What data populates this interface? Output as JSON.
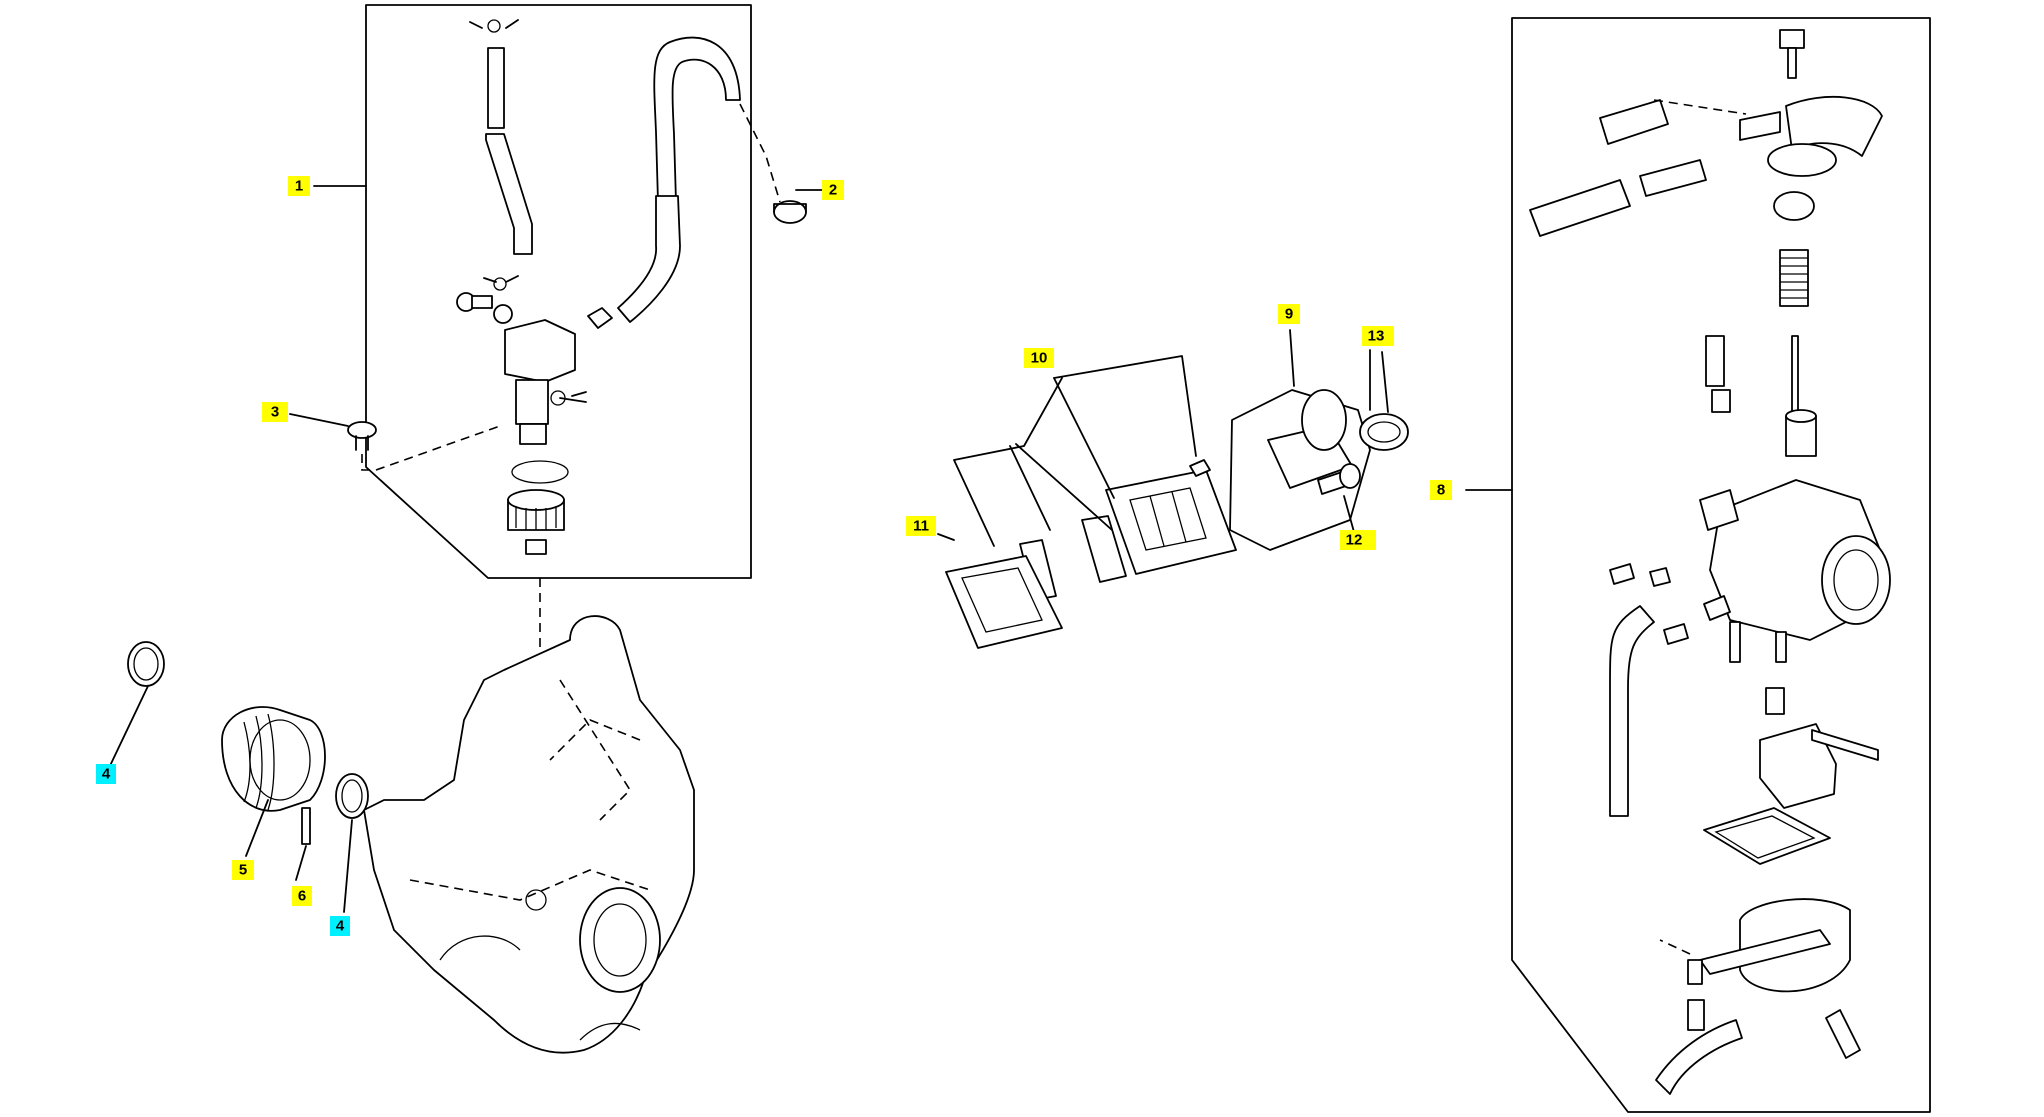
{
  "callouts": [
    {
      "id": "1",
      "label": "1",
      "color": "#ffff00"
    },
    {
      "id": "2",
      "label": "2",
      "color": "#ffff00"
    },
    {
      "id": "3",
      "label": "3",
      "color": "#ffff00"
    },
    {
      "id": "4a",
      "label": "4",
      "color": "#00f0ff"
    },
    {
      "id": "4b",
      "label": "4",
      "color": "#00f0ff"
    },
    {
      "id": "5",
      "label": "5",
      "color": "#ffff00"
    },
    {
      "id": "6",
      "label": "6",
      "color": "#ffff00"
    },
    {
      "id": "8",
      "label": "8",
      "color": "#ffff00"
    },
    {
      "id": "9",
      "label": "9",
      "color": "#ffff00"
    },
    {
      "id": "10",
      "label": "10",
      "color": "#ffff00"
    },
    {
      "id": "11",
      "label": "11",
      "color": "#ffff00"
    },
    {
      "id": "12",
      "label": "12",
      "color": "#ffff00"
    },
    {
      "id": "13",
      "label": "13",
      "color": "#ffff00"
    }
  ]
}
